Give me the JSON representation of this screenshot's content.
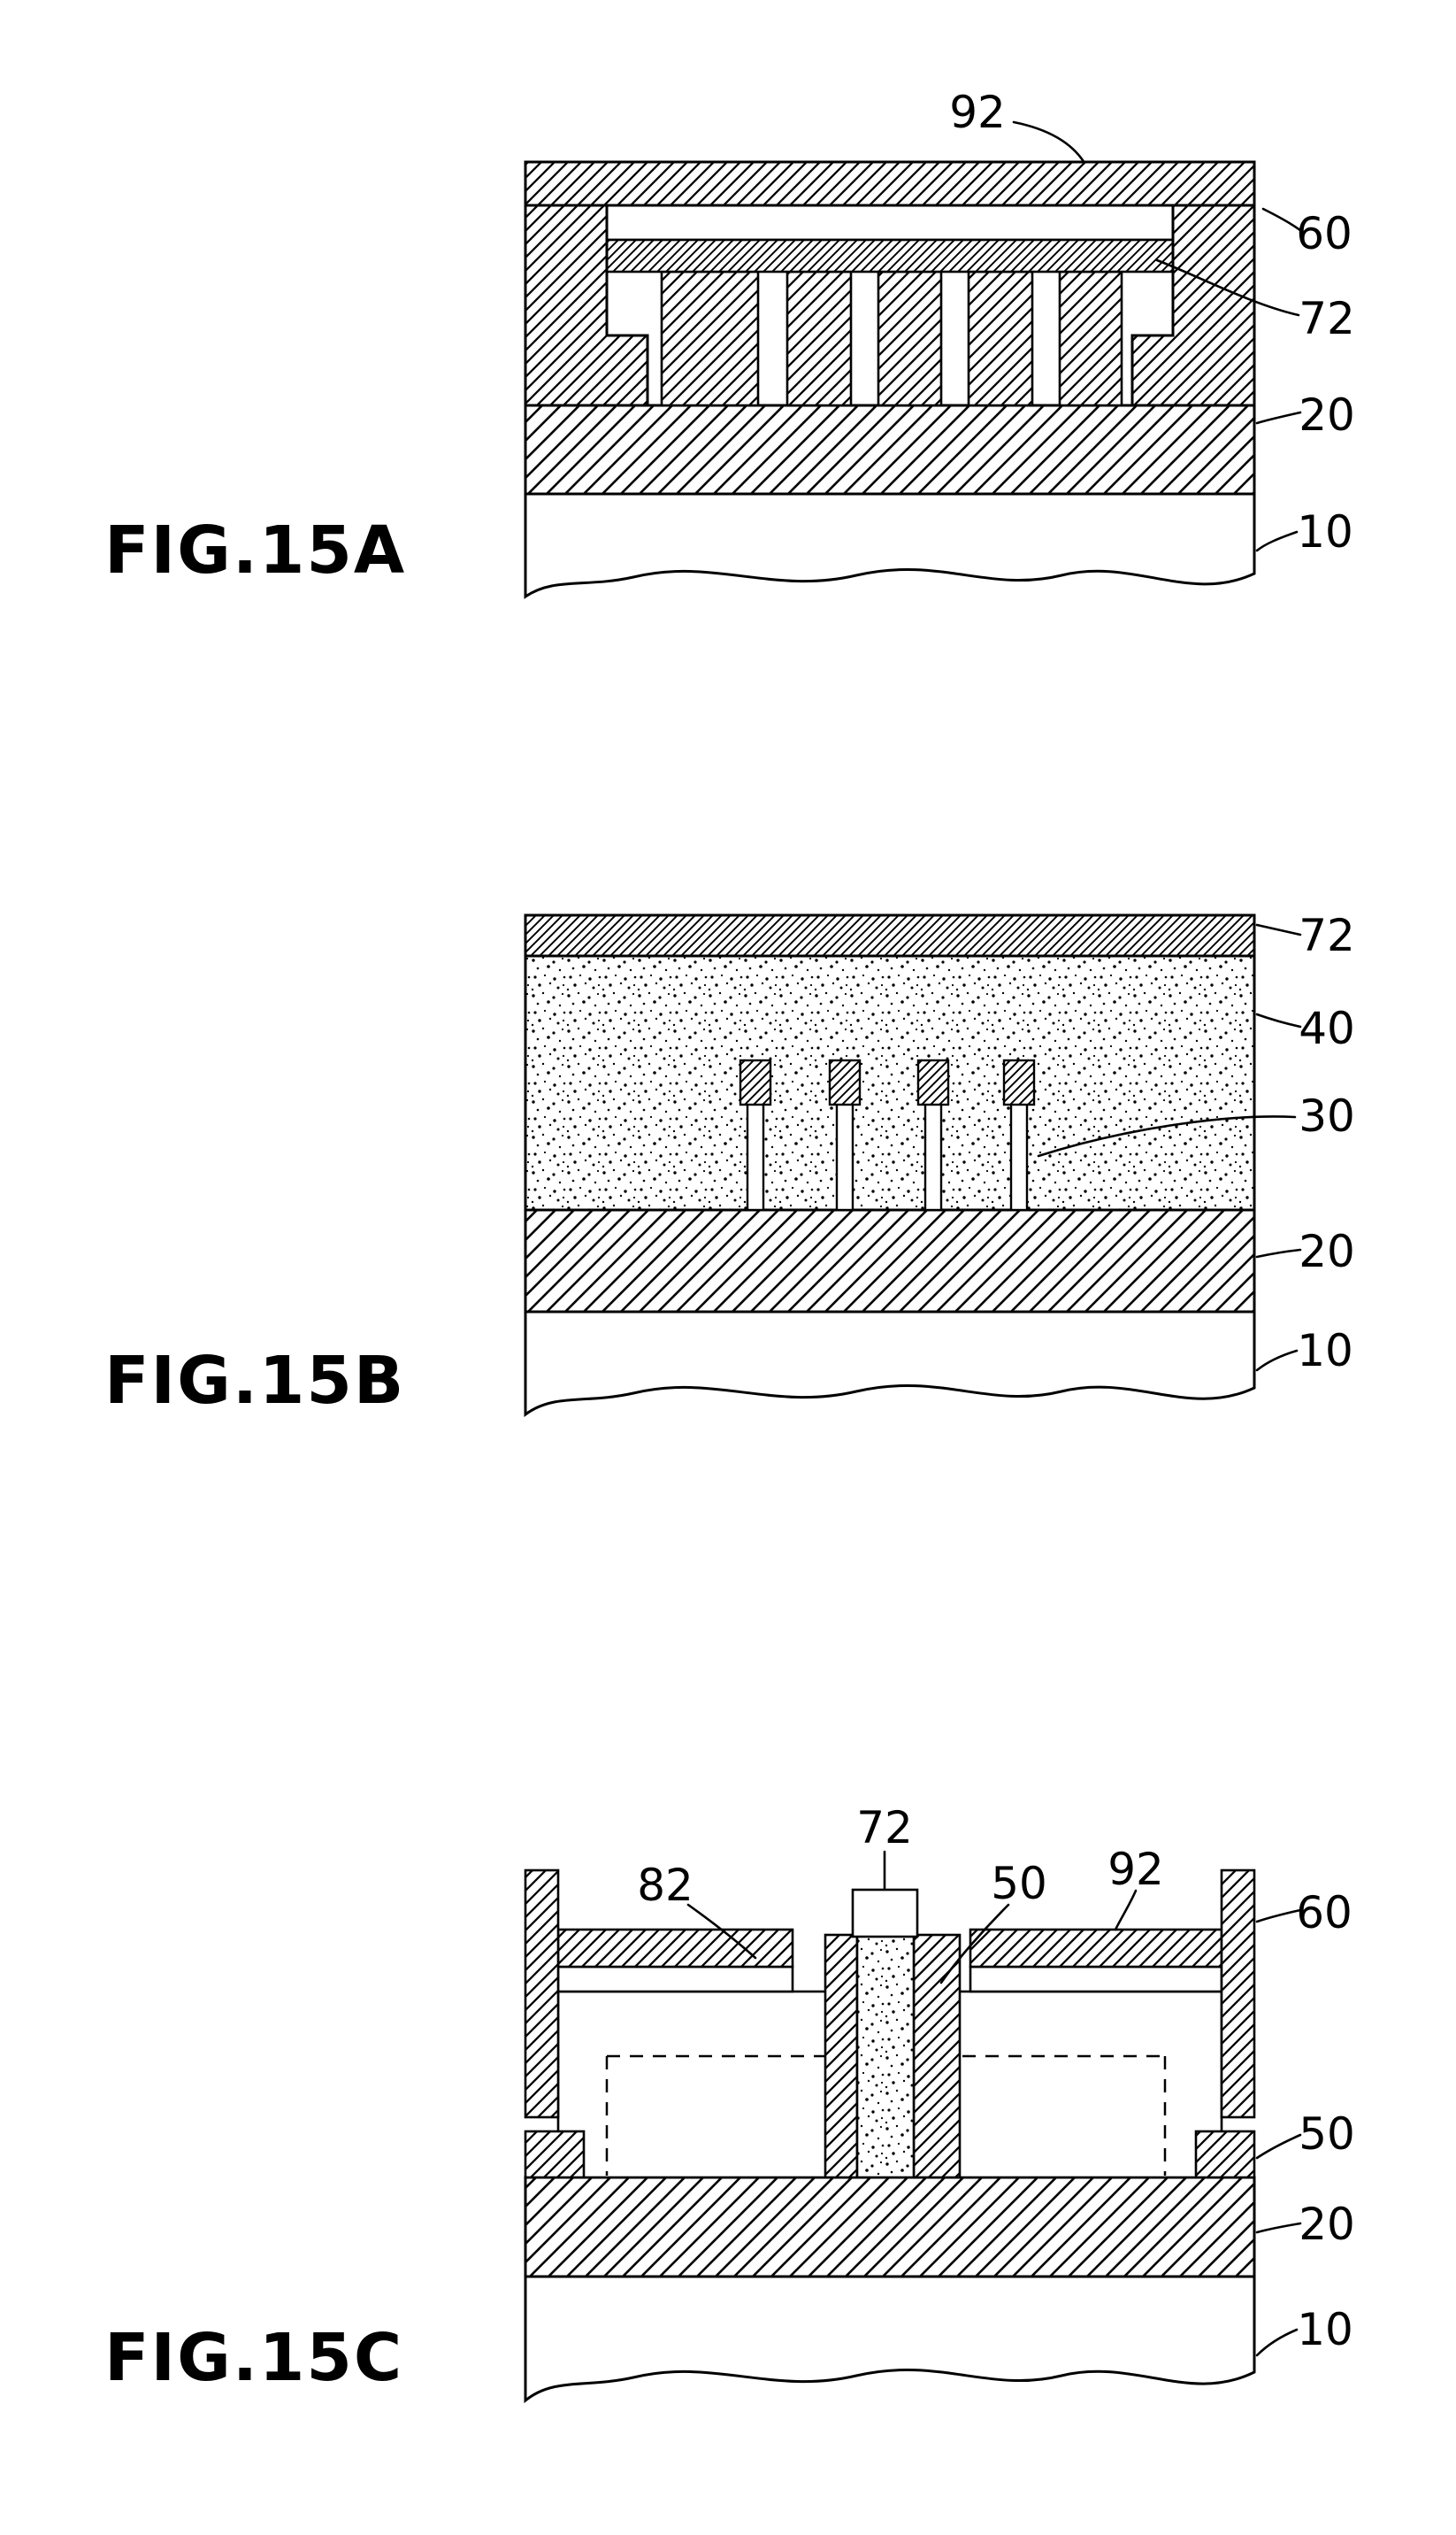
{
  "document": {
    "type": "patent-drawing-sheet",
    "ink_color": "#000000",
    "background_color": "#ffffff"
  },
  "figures": [
    {
      "id": "fig15a",
      "title": "FIG.15A",
      "refs": {
        "r92": "92",
        "r60": "60",
        "r72": "72",
        "r20": "20",
        "r10": "10"
      }
    },
    {
      "id": "fig15b",
      "title": "FIG.15B",
      "refs": {
        "r72": "72",
        "r40": "40",
        "r30": "30",
        "r20": "20",
        "r10": "10"
      }
    },
    {
      "id": "fig15c",
      "title": "FIG.15C",
      "refs": {
        "r72": "72",
        "r82": "82",
        "r50a": "50",
        "r92": "92",
        "r60": "60",
        "r50b": "50",
        "r20": "20",
        "r10": "10"
      }
    }
  ]
}
